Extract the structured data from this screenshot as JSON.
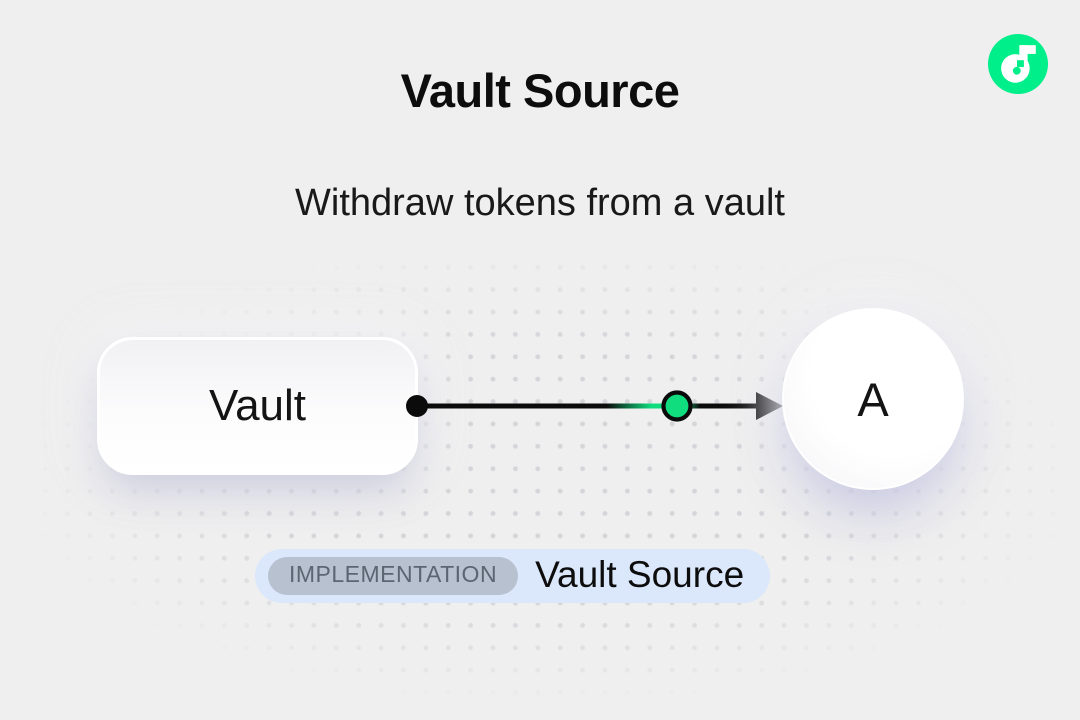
{
  "header": {
    "title": "Vault Source",
    "subtitle": "Withdraw tokens from a vault"
  },
  "brand": {
    "logo": "flow-logo",
    "logo_color": "#00EF8B"
  },
  "diagram": {
    "source_label": "Vault",
    "target_label": "A",
    "edge": {
      "from": "Vault",
      "to": "A",
      "direction": "right",
      "marker_color": "#10DD7E"
    }
  },
  "footer_badge": {
    "tag": "IMPLEMENTATION",
    "label": "Vault Source"
  },
  "colors": {
    "background": "#efefef",
    "ink": "#0d0d0d",
    "flow_green": "#00EF8B",
    "node_green": "#10DD7E",
    "badge_bg": "#dbe7fb",
    "tag_bg": "#b7c1d0",
    "tag_text": "#5c6672"
  }
}
